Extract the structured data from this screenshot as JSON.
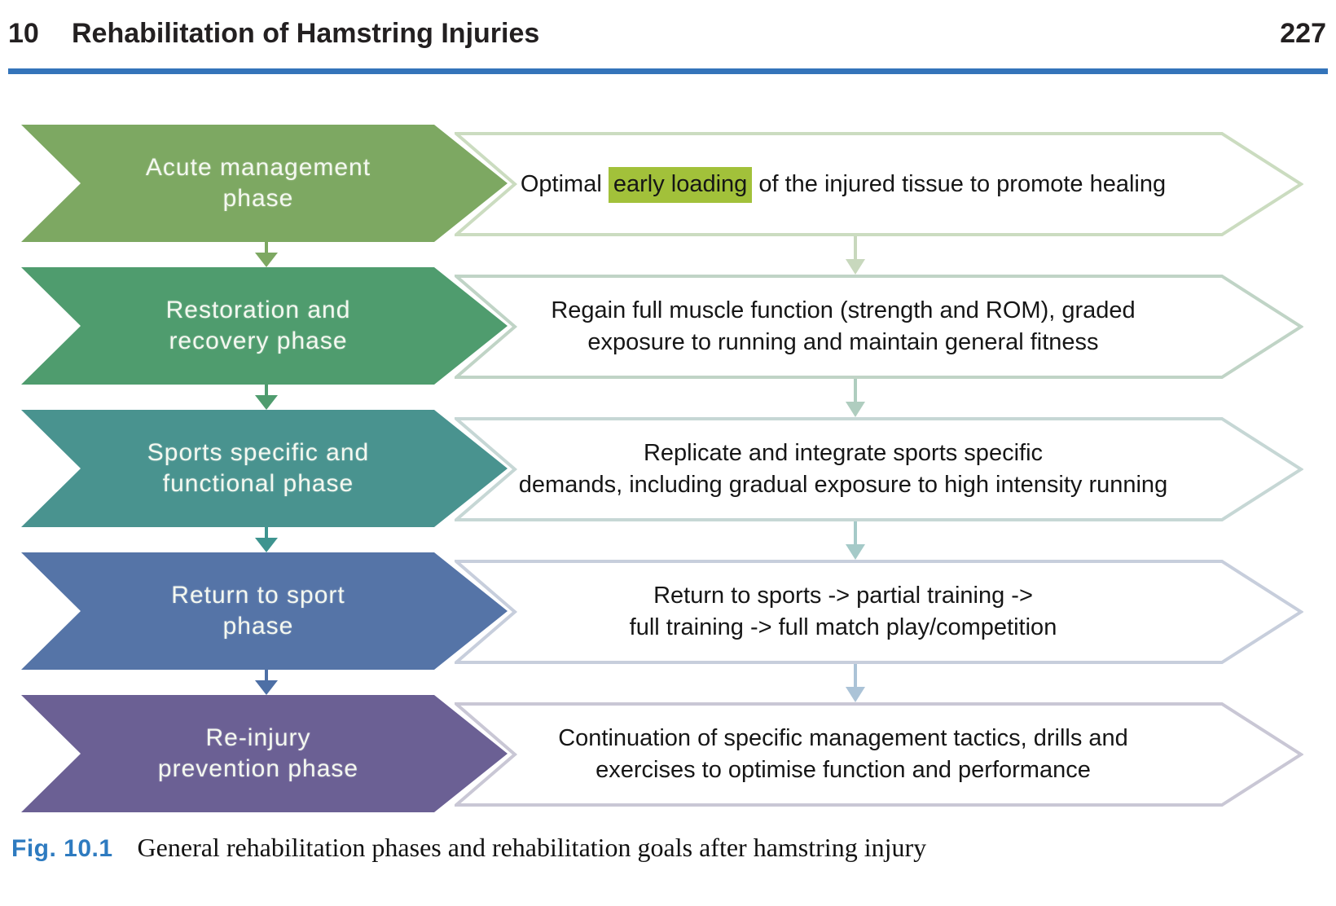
{
  "header": {
    "chapter_number": "10",
    "title": "Rehabilitation of Hamstring Injuries",
    "page_number": "227"
  },
  "figure": {
    "phases": [
      {
        "name_line1": "Acute management",
        "name_line2": "phase",
        "goal_prefix": "Optimal ",
        "goal_highlight": "early loading",
        "goal_suffix": " of the injured tissue to promote healing",
        "colors": {
          "fill": "#7DA862",
          "outline": "#CBDCC0"
        }
      },
      {
        "name_line1": "Restoration and",
        "name_line2": "recovery phase",
        "goal_line1": "Regain full muscle function (strength and ROM), graded",
        "goal_line2": "exposure to running and maintain general fitness",
        "colors": {
          "fill": "#4F9C6E",
          "outline": "#C0D4C6"
        }
      },
      {
        "name_line1": "Sports specific and",
        "name_line2": "functional phase",
        "goal_line1": "Replicate and integrate sports specific",
        "goal_line2": "demands, including gradual exposure to high intensity running",
        "colors": {
          "fill": "#49938F",
          "outline": "#C6D7D5"
        }
      },
      {
        "name_line1": "Return to sport",
        "name_line2": "phase",
        "goal_line1": "Return to sports -> partial training ->",
        "goal_line2": "full training -> full match play/competition",
        "colors": {
          "fill": "#5574A7",
          "outline": "#C7CEDC"
        }
      },
      {
        "name_line1": "Re-injury",
        "name_line2": "prevention phase",
        "goal_line1": "Continuation of specific management tactics, drills and",
        "goal_line2": "exercises to optimise function and performance",
        "colors": {
          "fill": "#6B6094",
          "outline": "#C9C7D5"
        }
      }
    ],
    "connectors": {
      "left": [
        "#7DA862",
        "#4F9C6E",
        "#3E948F",
        "#4D6FA5"
      ],
      "right": [
        "#C8D8BD",
        "#AFCDBF",
        "#A5CAC8",
        "#ABC3D7"
      ]
    },
    "highlight_color": "#A2C13A"
  },
  "caption": {
    "label": "Fig. 10.1",
    "text": "General rehabilitation phases and rehabilitation goals after hamstring injury"
  },
  "colors": {
    "rule": "#3474BA",
    "caption_label": "#2E7BC0"
  }
}
